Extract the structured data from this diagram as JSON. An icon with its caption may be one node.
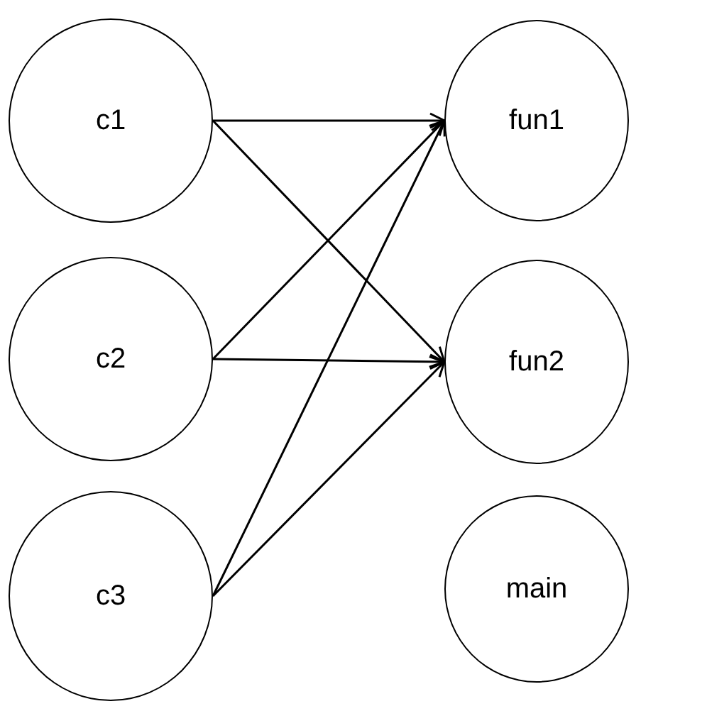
{
  "diagram": {
    "nodes": [
      {
        "text": [
          "c1"
        ]
      },
      {
        "text": [
          "c2"
        ]
      },
      {
        "text": [
          "c3"
        ]
      },
      {
        "text": [
          "fun1"
        ]
      },
      {
        "text": [
          "fun2"
        ]
      },
      {
        "text": [
          "main"
        ]
      }
    ],
    "edges": [
      {
        "from": 0,
        "to": 3,
        "arrow": "to"
      },
      {
        "from": 0,
        "to": 4,
        "arrow": "to"
      },
      {
        "from": 1,
        "to": 3,
        "arrow": "to"
      },
      {
        "from": 1,
        "to": 4,
        "arrow": "to"
      },
      {
        "from": 2,
        "to": 3,
        "arrow": "to"
      },
      {
        "from": 2,
        "to": 4,
        "arrow": "to"
      }
    ]
  }
}
